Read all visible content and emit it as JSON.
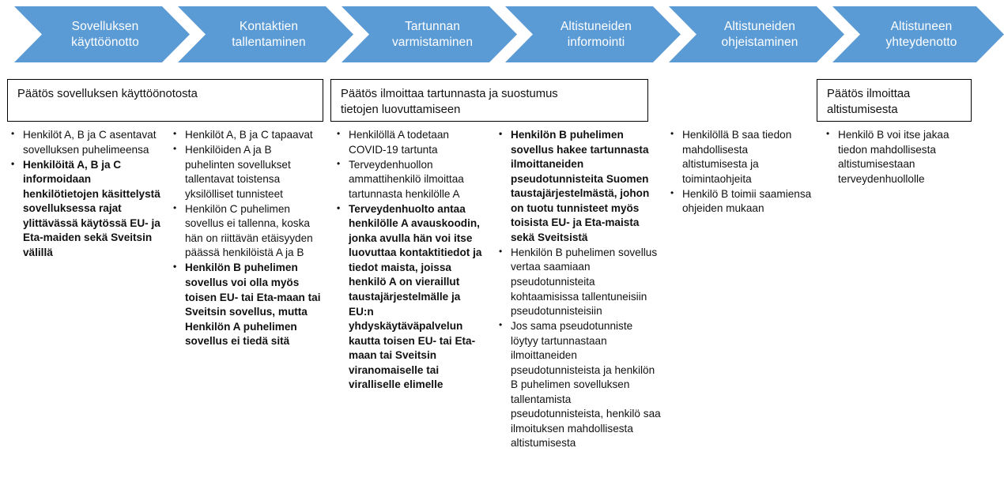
{
  "banner": {
    "accent_color": "#5B9BD5",
    "steps": [
      {
        "label": "Sovelluksen\nkäyttöönotto"
      },
      {
        "label": "Kontaktien\ntallentaminen"
      },
      {
        "label": "Tartunnan\nvarmistaminen"
      },
      {
        "label": "Altistuneiden\ninformointi"
      },
      {
        "label": "Altistuneiden\nohjeistaminen"
      },
      {
        "label": "Altistuneen\nyhteydenotto"
      }
    ]
  },
  "decision_boxes": [
    {
      "text": "Päätös sovelluksen käyttöönotosta"
    },
    {
      "text": "Päätös ilmoittaa tartunnasta ja suostumus\ntietojen luovuttamiseen"
    },
    {
      "text": "Päätös ilmoittaa\naltistumisesta"
    }
  ],
  "columns": [
    {
      "name": "column-1",
      "bullets": [
        {
          "text": "Henkilöt A, B ja C asentavat sovelluksen puhelimeensa",
          "bold": false
        },
        {
          "text": "Henkilöitä  A, B ja C informoidaan henkilötietojen käsittelystä sovelluksessa rajat ylittävässä käytössä EU- ja Eta-maiden sekä Sveitsin välillä",
          "bold": true
        }
      ]
    },
    {
      "name": "column-2",
      "bullets": [
        {
          "text": "Henkilöt A, B ja C tapaavat",
          "bold": false
        },
        {
          "text": "Henkilöiden A ja B puhelinten sovellukset tallentavat toistensa yksilölliset tunnisteet",
          "bold": false
        },
        {
          "text": "Henkilön C puhelimen sovellus ei tallenna, koska hän on riittävän etäisyyden päässä henkilöistä A ja B",
          "bold": false
        },
        {
          "text": "Henkilön B puhelimen sovellus voi olla myös toisen EU- tai Eta-maan tai Sveitsin sovellus, mutta Henkilön A puhelimen sovellus ei tiedä sitä",
          "bold": true
        }
      ]
    },
    {
      "name": "column-3",
      "bullets": [
        {
          "text": "Henkilöllä A todetaan COVID-19 tartunta",
          "bold": false
        },
        {
          "text": "Terveydenhuollon ammattihenkilö ilmoittaa tartunnasta henkilölle A",
          "bold": false
        },
        {
          "text": "Terveydenhuolto antaa henkilölle A avauskoodin, jonka avulla hän voi itse luovuttaa kontaktitiedot ja tiedot maista, joissa henkilö A on vieraillut taustajärjestelmälle ja EU:n yhdyskäytäväpalvelun kautta toisen EU- tai Eta-maan tai Sveitsin viranomaiselle tai viralliselle elimelle",
          "bold": true
        }
      ]
    },
    {
      "name": "column-4",
      "bullets": [
        {
          "text": "Henkilön B puhelimen sovellus hakee tartunnasta ilmoittaneiden pseudotunnisteita Suomen taustajärjestelmästä, johon on tuotu tunnisteet myös toisista EU- ja Eta-maista sekä Sveitsistä",
          "bold": true
        },
        {
          "text": "Henkilön B puhelimen sovellus vertaa saamiaan pseudotunnisteita kohtaamisissa tallentuneisiin pseudotunnisteisiin",
          "bold": false
        },
        {
          "text": "Jos sama pseudotunniste löytyy tartunnastaan ilmoittaneiden pseudotunnisteista ja henkilön B puhelimen sovelluksen tallentamista pseudotunnisteista, henkilö saa ilmoituksen mahdollisesta altistumisesta",
          "bold": false
        }
      ]
    },
    {
      "name": "column-5",
      "bullets": [
        {
          "text": "Henkilöllä B saa tiedon mahdollisesta altistumisesta ja toimintaohjeita",
          "bold": false
        },
        {
          "text": "Henkilö B toimii saamiensa ohjeiden mukaan",
          "bold": false
        }
      ]
    },
    {
      "name": "column-6",
      "bullets": [
        {
          "text": "Henkilö B voi itse jakaa tiedon mahdollisesta altistumisestaan terveydenhuollolle",
          "bold": false
        }
      ]
    }
  ]
}
